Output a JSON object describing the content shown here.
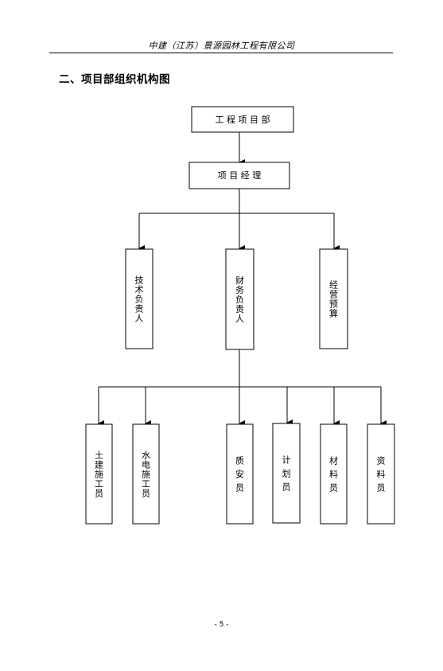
{
  "header": {
    "company": "中建（江苏）景源园林工程有限公司"
  },
  "section_title": "二、项目部组织机构图",
  "org_chart": {
    "top": "工 程 项 目 部",
    "manager": "项 目 经 理",
    "level2": [
      "技术负责人",
      "财务负责人",
      "经营预算"
    ],
    "level3": [
      "土建施工员",
      "水电施工员",
      "质安员",
      "计划员",
      "材料员",
      "资料员"
    ]
  },
  "footer": {
    "page_number": "- 5 -"
  }
}
